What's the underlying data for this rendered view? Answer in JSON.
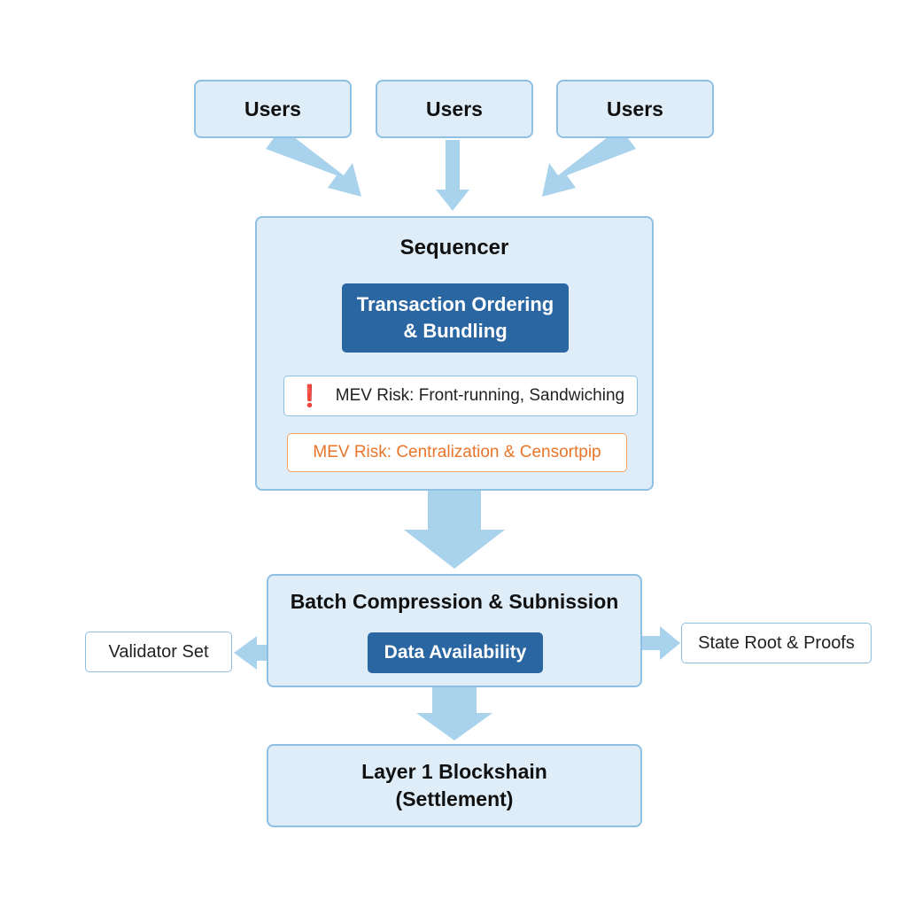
{
  "users": [
    {
      "label": "Users"
    },
    {
      "label": "Users"
    },
    {
      "label": "Users"
    }
  ],
  "sequencer": {
    "title": "Sequencer",
    "ordering_line1": "Transaction Ordering",
    "ordering_line2": "& Bundling",
    "risk_front_icon": "❗",
    "risk_front": "MEV Risk: Front-running, Sandwiching",
    "risk_central": "MEV Risk: Centralization & Censortpip"
  },
  "batch": {
    "title": "Batch Compression & Subnission",
    "data_availability": "Data Availability"
  },
  "side": {
    "validator": "Validator Set",
    "state_root": "State Root & Proofs"
  },
  "layer1": {
    "line1": "Layer 1 Blockshain",
    "line2": "(Settlement)"
  },
  "colors": {
    "box_fill": "#deedf8",
    "box_border": "#8ec0e4",
    "dark_blue": "#2a67a2",
    "arrow": "#a9d2ec",
    "risk_red": "#e02424",
    "risk_orange": "#e8752a"
  },
  "icons": {
    "risk_front": "exclamation-icon"
  }
}
